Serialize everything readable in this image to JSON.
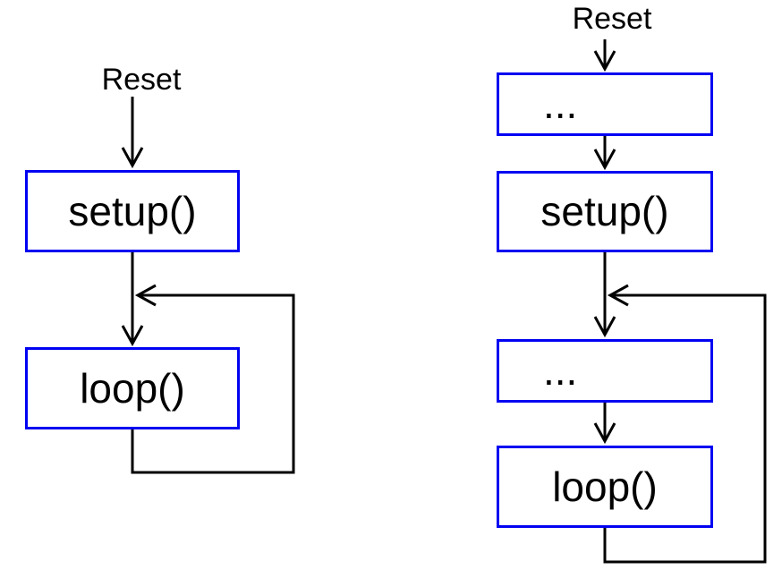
{
  "page": {
    "background": "#ffffff"
  },
  "colors": {
    "box_border": "#0202f2",
    "flow_line": "#000000",
    "label_text": "#000000"
  },
  "diagrams": {
    "left": {
      "reset_label": "Reset",
      "boxes": [
        {
          "label": "setup()"
        },
        {
          "label": "loop()"
        }
      ]
    },
    "right": {
      "reset_label": "Reset",
      "boxes": [
        {
          "label": "..."
        },
        {
          "label": "setup()"
        },
        {
          "label": "..."
        },
        {
          "label": "loop()"
        }
      ]
    }
  }
}
